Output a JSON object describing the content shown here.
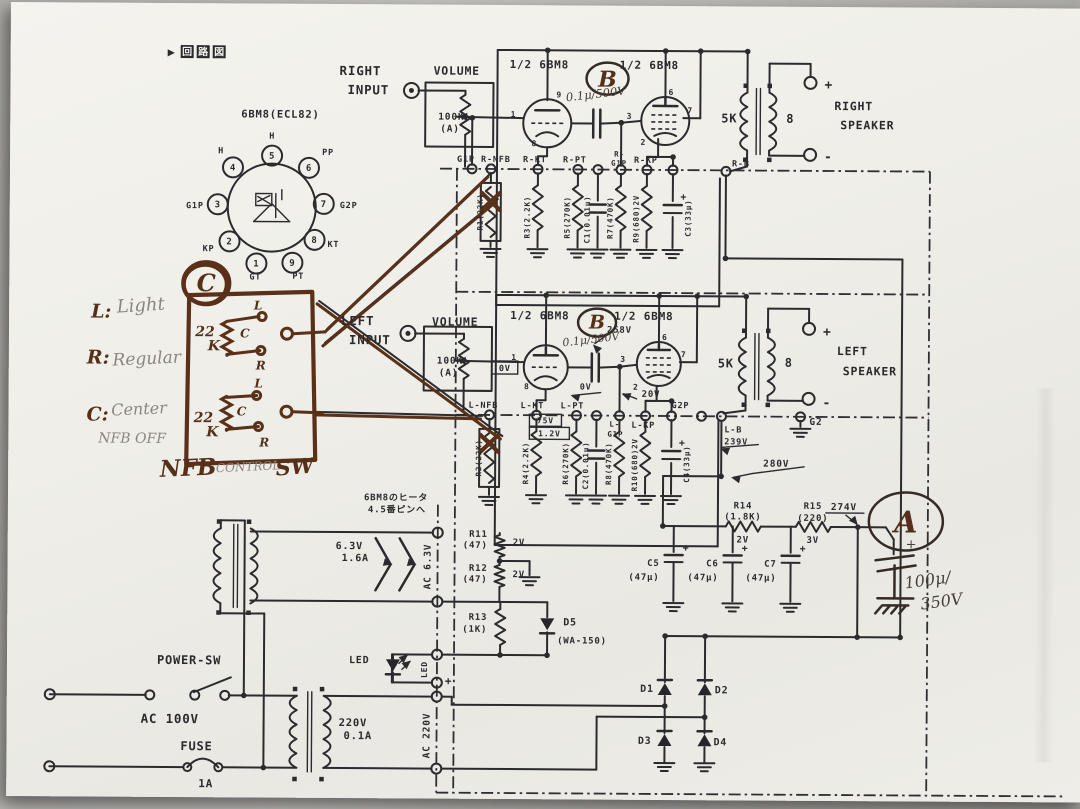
{
  "colors": {
    "ink": "#2b2b2e",
    "marker": "#54301a",
    "pencil": "#8d867e",
    "paper": "#f0efe9"
  },
  "labels": {
    "corner_play": "▶",
    "k1": "回",
    "k2": "路",
    "k3": "図",
    "pin_title": "6BM8(ECL82)",
    "pn1": "1",
    "pn2": "2",
    "pn3": "3",
    "pn4": "4",
    "pn5": "5",
    "pn6": "6",
    "pn7": "7",
    "pn8": "8",
    "pn9": "9",
    "lH4": "H",
    "lH5": "H",
    "lPP": "PP",
    "lG2P": "G2P",
    "lKT": "KT",
    "lPT": "PT",
    "lGT": "GT",
    "lKP": "KP",
    "lG1P": "G1P",
    "r_in1": "RIGHT",
    "r_in2": "INPUT",
    "r_vol": "VOLUME",
    "r_pot": "100K",
    "r_taper": "(A)",
    "r_t1": "1/2 6BM8",
    "r_t2": "1/2 6BM8",
    "cBr": "B",
    "r_cnote": "0.1μ/500V",
    "rp1": "1",
    "rp9": "9",
    "rp8": "8",
    "rp6": "6",
    "rp7": "7",
    "rp3": "3",
    "rp2": "2",
    "bg1p": "G1P",
    "bnfb": "R-NFB",
    "bkt": "R-KT",
    "bpt": "R-PT",
    "bg1pa": "R-",
    "bg1pb": "G1P",
    "bkp": "R-KP",
    "bb": "R-B",
    "cr1": "R1(22K)",
    "cr3": "R3(2.2K)",
    "cr5": "R5(270K)",
    "cc1": "C1(0.01μ)",
    "cr7": "R7(470K)",
    "cr9": "R9(680)2V",
    "cc3": "C3(33μ)",
    "cc3p": "+",
    "tr5k": "5K",
    "tr8": "8",
    "rsp1": "RIGHT",
    "rsp2": "SPEAKER",
    "rspP": "+",
    "rspM": "-",
    "l_in1": "LEFT",
    "l_in2": "INPUT",
    "l_vol": "VOLUME",
    "l_pot": "100K",
    "l_taper": "(A)",
    "l_0v1": "0V",
    "l_t1": "1/2 6BM8",
    "l_t2": "1/2 6BM8",
    "cBl": "B",
    "l_cnote": "0.1μ/500V",
    "l_258": "258V",
    "lp1": "1",
    "lp8": "8",
    "lp6": "6",
    "lp7": "7",
    "lp3": "3",
    "lp2": "2",
    "l_0v2": "0V",
    "l_20v": "20V",
    "lbnfb": "L-NFB",
    "lbkt": "L-KT",
    "lbpt": "L-PT",
    "l75": "75V",
    "l12": "1.2V",
    "lbg1pa": "L-",
    "lbg1pb": "G1P",
    "lbkp": "L-KP",
    "lbg2p": "G2P",
    "lbb": "L-B",
    "l239": "239V",
    "lg2": "G2",
    "l280": "280V",
    "cr2": "R2(22K)",
    "cr4": "R4(2.2K)",
    "cr6": "R6(270K)",
    "cc2": "C2(0.01μ)",
    "cr8": "R8(470K)",
    "cr10": "R10(680)2V",
    "cc4": "C4(33μ)",
    "cc4p": "+",
    "ltr5k": "5K",
    "ltr8": "8",
    "lsp1": "LEFT",
    "lsp2": "SPEAKER",
    "lspP": "+",
    "lspM": "-",
    "nfbC": "C",
    "n22a": "22",
    "nKa": "K",
    "n22b": "22",
    "nKb": "K",
    "nLa": "L",
    "nCa": "C",
    "nRa": "R",
    "nLb": "L",
    "nCb": "C",
    "nRb": "R",
    "nfb1": "NFB",
    "nfb2": "CONTROL",
    "nfb3": "SW",
    "noteL": "L:",
    "noteLv": "Light",
    "noteR": "R:",
    "noteRv": "Regular",
    "noteC": "C:",
    "noteCv": "Center",
    "noteCv2": "NFB OFF",
    "hxn1": "6BM8のヒータ",
    "hxn2": "4.5番ピンへ",
    "hxv": "6.3V",
    "hxa": "1.6A",
    "hxac": "AC 6.3V",
    "tr11": "R11",
    "tr11v": "(47)",
    "tr11d": "2V",
    "tr12": "R12",
    "tr12v": "(47)",
    "tr12d": "2V",
    "tr13": "R13",
    "tr13v": "(1K)",
    "led1": "LED",
    "led2": "LED",
    "ledm": "-",
    "ledp": "+",
    "d5": "D5",
    "d5v": "(WA-150)",
    "psw": "POWER-SW",
    "ac100": "AC 100V",
    "fuse": "FUSE",
    "fusea": "1A",
    "pxv": "220V",
    "pxa": "0.1A",
    "pxac": "AC 220V",
    "d1": "D1",
    "d2": "D2",
    "d3": "D3",
    "d4": "D4",
    "r14": "R14",
    "r14v": "(1.8K)",
    "r14d": "2V",
    "r15": "R15",
    "r15v": "(220)",
    "r15d": "3V",
    "v274": "274V",
    "c5": "C5",
    "c5v": "(47μ)",
    "c5p": "+",
    "c6": "C6",
    "c6v": "(47μ)",
    "c6p": "+",
    "c7": "C7",
    "c7v": "(47μ)",
    "c7p": "+",
    "cA": "A",
    "hc1": "100μ/",
    "hc2": "350V",
    "hcp": "+"
  }
}
